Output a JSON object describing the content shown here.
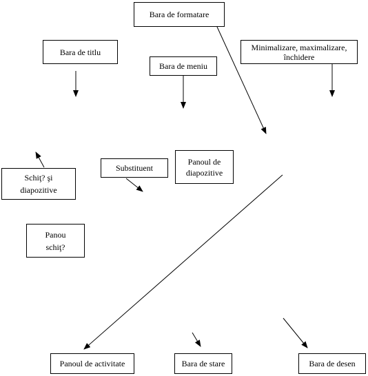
{
  "labels": {
    "formatare": "Bara de formatare",
    "titlu": "Bara de titlu",
    "meniu": "Bara de meniu",
    "minim_l1": "Minimalizare, maximalizare,",
    "minim_l2": "închidere",
    "schita_l1": "Schiţ? şi",
    "schita_l2": "diapozitive",
    "substituent": "Substituent",
    "panou_dia_l1": "Panoul de",
    "panou_dia_l2": "diapozitive",
    "panou_sch_l1": "Panou",
    "panou_sch_l2": "schiţ?",
    "activitate": "Panoul de activitate",
    "stare": "Bara de stare",
    "desen": "Bara de desen"
  },
  "colors": {
    "stroke": "#000000",
    "background": "#ffffff"
  }
}
